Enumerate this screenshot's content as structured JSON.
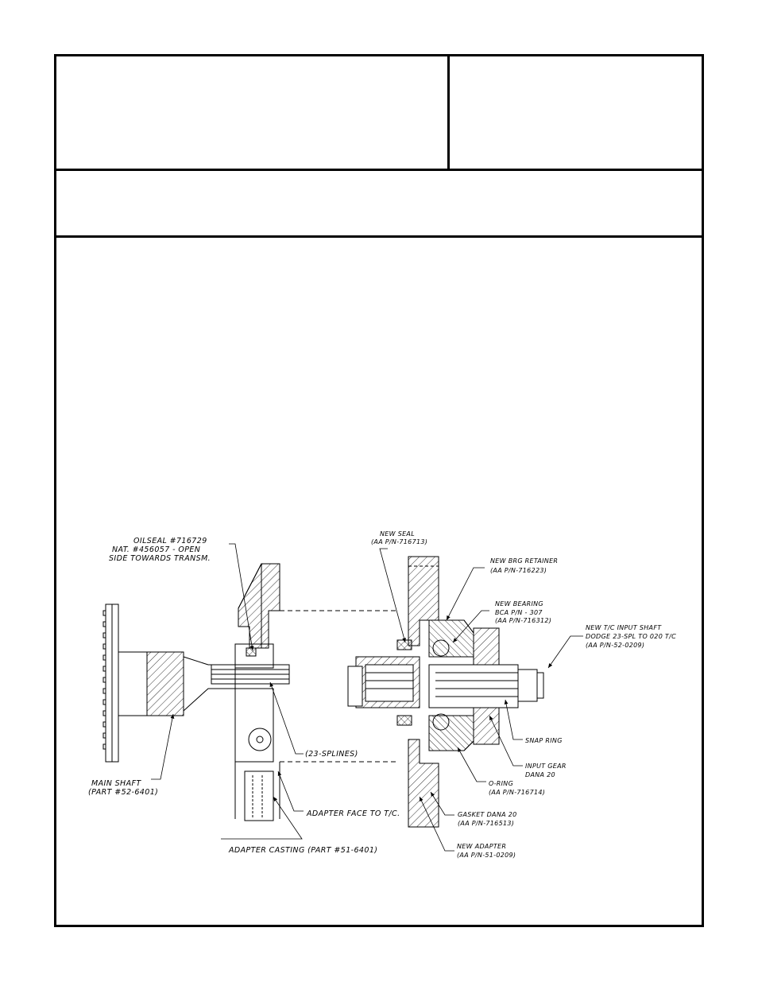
{
  "title_block": {
    "title": "",
    "info": "",
    "subtitle": ""
  },
  "labels": {
    "oilseal": [
      "OILSEAL #716729",
      "NAT. #456057 - OPEN",
      "SIDE TOWARDS TRANSM."
    ],
    "main_shaft": [
      "MAIN SHAFT",
      "(PART #52-6401)"
    ],
    "splines": "(23-SPLINES)",
    "adapter_face": "ADAPTER FACE TO T/C.",
    "adapter_casting": "ADAPTER CASTING (PART #51-6401)",
    "new_seal": [
      "NEW SEAL",
      "(AA P/N-716713)"
    ],
    "new_brg_retainer": [
      "NEW BRG RETAINER",
      "(AA P/N-716223)"
    ],
    "new_bearing": [
      "NEW BEARING",
      "BCA P/N - 307",
      "(AA P/N-716312)"
    ],
    "new_tc_input_shaft": [
      "NEW T/C INPUT SHAFT",
      "DODGE 23-SPL TO 020 T/C",
      "(AA P/N-52-0209)"
    ],
    "snap_ring": "SNAP RING",
    "input_gear": [
      "INPUT GEAR",
      "DANA 20"
    ],
    "o_ring": [
      "O-RING",
      "(AA P/N-716714)"
    ],
    "gasket": [
      "GASKET DANA 20",
      "(AA P/N-716513)"
    ],
    "new_adapter": [
      "NEW ADAPTER",
      "(AA P/N-51-0209)"
    ]
  }
}
